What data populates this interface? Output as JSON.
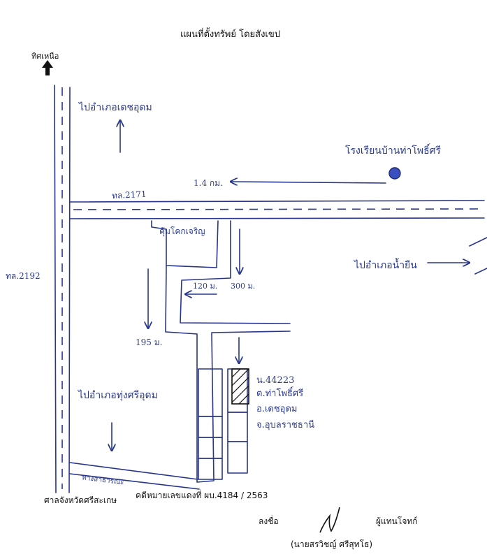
{
  "title": "แผนที่ตั้งทรัพย์ โดยสังเขป",
  "north_label": "ทิศเหนือ",
  "roads": {
    "highway_2171": "ทล.2171",
    "highway_2192": "ทล.2192",
    "public_path": "ทางสาธารณะ"
  },
  "directions": {
    "to_dechudom": "ไปอำเภอเดชอุดม",
    "to_namyuen": "ไปอำเภอน้ำยืน",
    "to_thungsrioudom": "ไปอำเภอทุ่งศรีอุดม"
  },
  "landmarks": {
    "school": "โรงเรียนบ้านท่าโพธิ์ศรี",
    "community": "คุ้มโคกเจริญ"
  },
  "distances": {
    "d_1_4km": "1.4 กม.",
    "d_120m": "120 ม.",
    "d_300m": "300 ม.",
    "d_195m": "195 ม."
  },
  "parcel": {
    "deed_no": "น.44223",
    "tambon": "ต.ท่าโพธิ์ศรี",
    "amphoe": "อ.เดชอุดม",
    "changwat": "จ.อุบลราชธานี"
  },
  "footer": {
    "court": "ศาลจังหวัดศรีสะเกษ",
    "case_no": "คดีหมายเลขแดงที่ ผบ.4184 / 2563",
    "sign_label": "ลงชื่อ",
    "representative": "ผู้แทนโจทก์",
    "signer_name": "(นายสรวิชญ์ ศรีสุทโธ)"
  }
}
